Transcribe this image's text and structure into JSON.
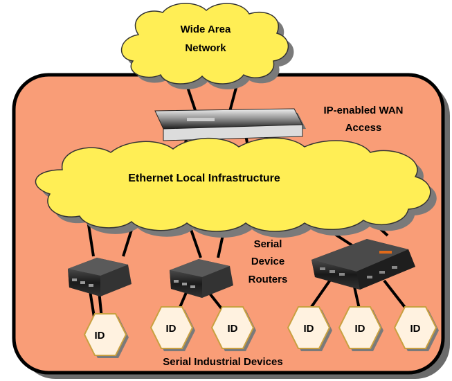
{
  "wan_cloud": {
    "line1": "Wide Area",
    "line2": "Network"
  },
  "ethernet_cloud": {
    "label": "Ethernet Local Infrastructure"
  },
  "wan_access_label": {
    "line1": "IP-enabled WAN",
    "line2": "Access"
  },
  "router_label": {
    "line1": "Serial",
    "line2": "Device",
    "line3": "Routers"
  },
  "device_label": "ID",
  "devices": [
    "ID",
    "ID",
    "ID",
    "ID",
    "ID",
    "ID"
  ],
  "bottom_caption": "Serial Industrial Devices",
  "colors": {
    "region_fill": "#f99d77",
    "region_stroke": "#000000",
    "cloud_fill": "#ffee55",
    "hex_fill": "#fff2e0",
    "hex_stroke": "#c9a040",
    "shadow": "#7a7a7a"
  }
}
